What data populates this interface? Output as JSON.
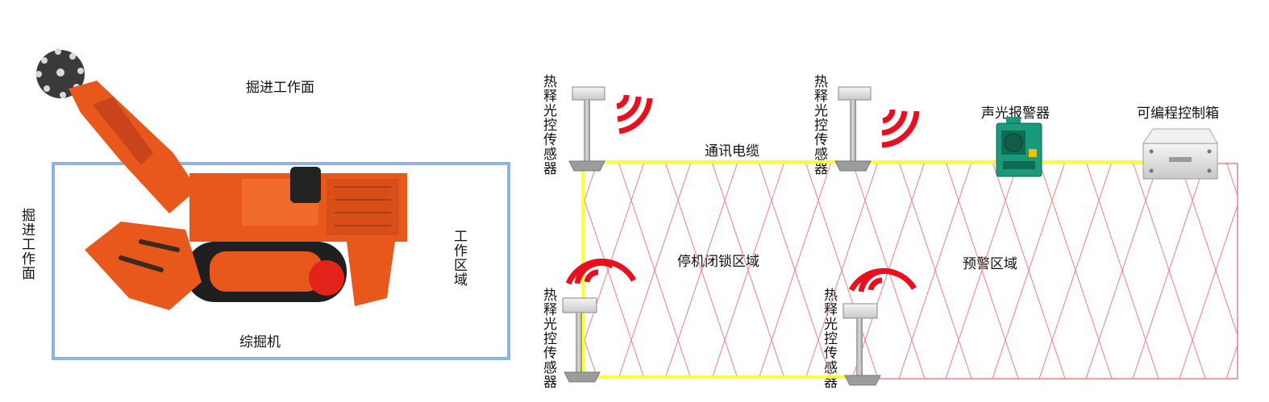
{
  "labels": {
    "face_top": "掘进工作面",
    "face_left": "掘进工作面",
    "work_area": "工作区域",
    "machine": "综掘机",
    "cable": "通讯电缆",
    "stop_zone": "停机闭锁区域",
    "warn_zone": "预警区域",
    "alarm": "声光报警器",
    "plc_box": "可编程控制箱",
    "sensor": "热释光控传感器"
  },
  "colors": {
    "frame_blue": "#8db3e2",
    "cable_yellow": "#ffff33",
    "zone_red": "#f08080",
    "signal_red": "#e8101e",
    "machine_orange": "#e8571c",
    "alarm_green": "#1a9a7a"
  },
  "icons": {
    "sensor": "pir-sensor-icon",
    "signal": "wireless-signal-icon",
    "alarm": "siren-alarm-icon",
    "box": "control-box-icon",
    "machine": "roadheader-icon"
  }
}
